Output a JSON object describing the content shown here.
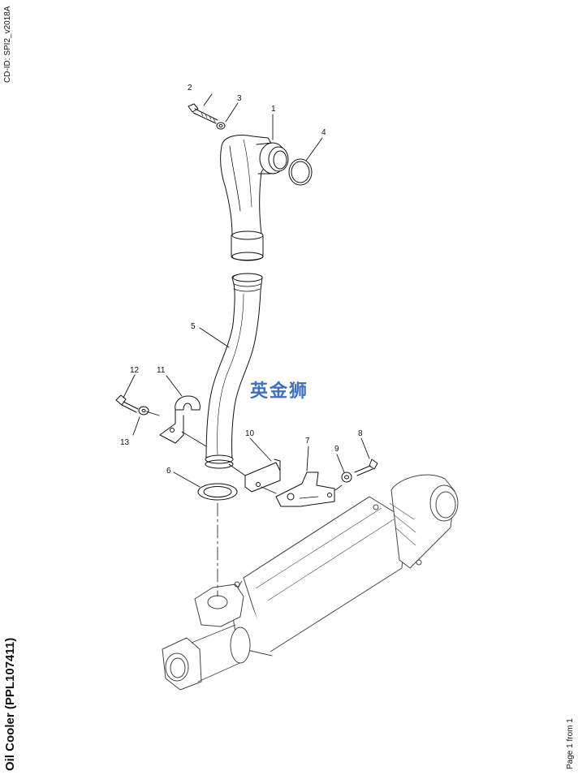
{
  "document": {
    "doc_id": "CD-ID: SPI2_v2018A",
    "title": "Oil Cooler (PPL107411)",
    "page": "Page 1 from 1"
  },
  "watermark": "英金狮",
  "callouts": [
    "1",
    "2",
    "3",
    "4",
    "5",
    "6",
    "7",
    "8",
    "9",
    "10",
    "11",
    "12",
    "13"
  ],
  "colors": {
    "line": "#111111",
    "watermark": "#3f6fbf"
  }
}
